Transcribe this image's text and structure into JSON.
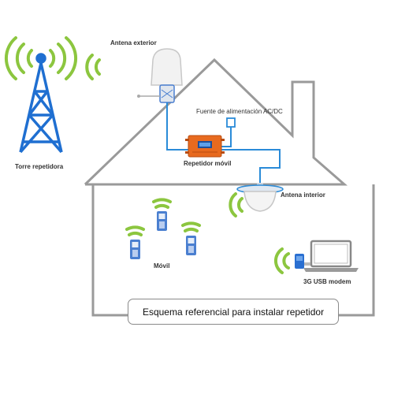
{
  "labels": {
    "tower": "Torre repetidora",
    "external_antenna": "Antena exterior",
    "power_supply": "Fuente de alimentación AC/DC",
    "repeater": "Repetidor móvil",
    "internal_antenna": "Antena interior",
    "phones": "Móvil",
    "usb_modem": "3G USB modem"
  },
  "caption": "Esquema referencial para instalar repetidor",
  "colors": {
    "tower": "#1f6fd1",
    "signal": "#8cc63f",
    "house_outline": "#9a9a9a",
    "cable": "#2a8bd8",
    "repeater": "#e86a1f",
    "phone": "#4a7fd0"
  },
  "icons": [
    "tower-icon",
    "signal-waves-icon",
    "antenna-icon",
    "repeater-icon",
    "power-supply-icon",
    "ceiling-antenna-icon",
    "phone-icon",
    "laptop-icon",
    "usb-modem-icon"
  ]
}
